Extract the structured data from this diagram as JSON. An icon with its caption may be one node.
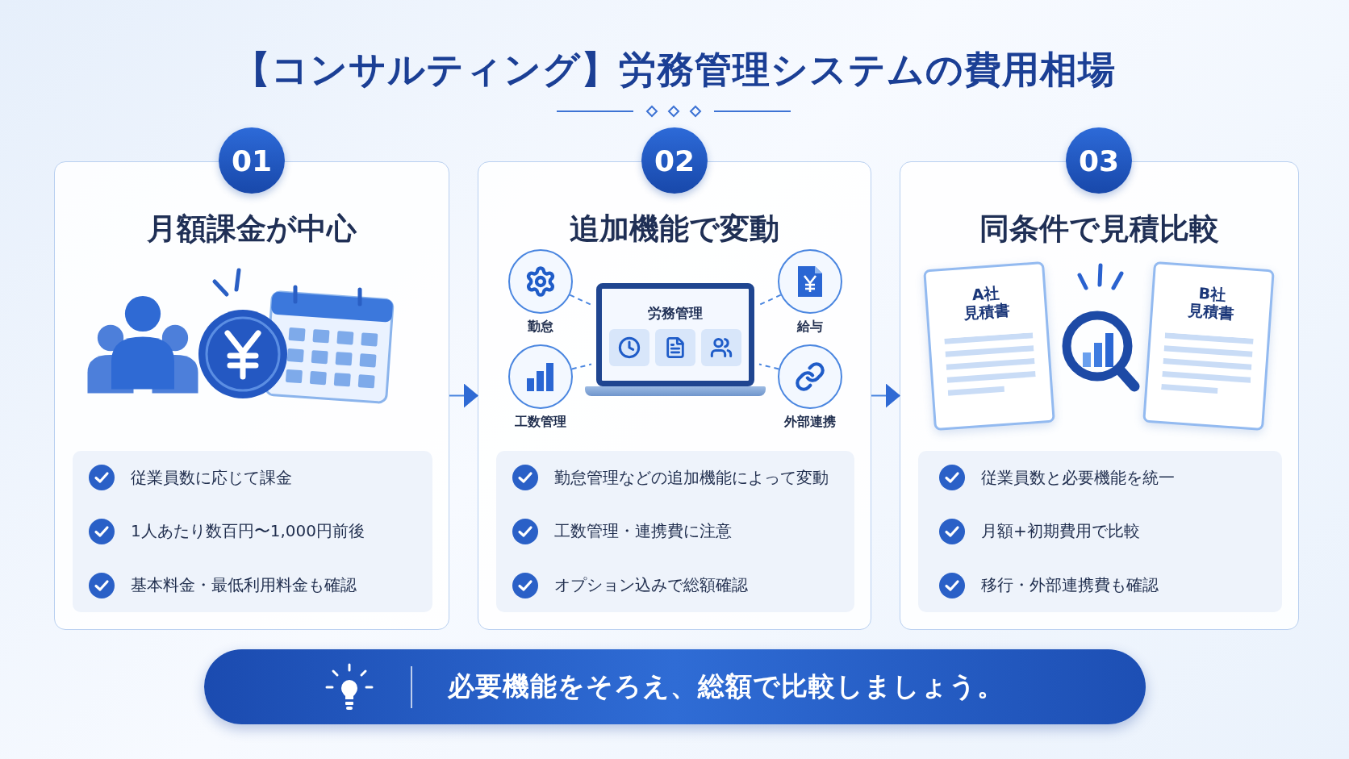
{
  "diagram": {
    "title": "【コンサルティング】労務管理システムの費用相場",
    "nodes": [
      {
        "text": [
          "月額課金が中心"
        ]
      },
      {
        "text": [
          "01"
        ]
      },
      {
        "text": [
          "従業員数に応じて課金",
          "1人あたり数百円〜1,000円前後",
          "基本料金・最低利用料金も確認"
        ],
        "in": 0
      },
      {
        "text": [
          "追加機能で変動"
        ]
      },
      {
        "text": [
          "02"
        ]
      },
      {
        "text": [
          "労務管理"
        ],
        "in": 3
      },
      {
        "text": [
          "勤怠"
        ],
        "in": 3
      },
      {
        "text": [
          "給与"
        ],
        "in": 3
      },
      {
        "text": [
          "工数管理"
        ],
        "in": 3
      },
      {
        "text": [
          "外部連携"
        ],
        "in": 3
      },
      {
        "text": [
          "勤怠管理などの追加機能によって変動",
          "工数管理・連携費に注意",
          "オプション込みで総額確認"
        ],
        "in": 3
      },
      {
        "text": [
          "同条件で見積比較"
        ]
      },
      {
        "text": [
          "03"
        ]
      },
      {
        "text": [
          "A社",
          "見積書"
        ],
        "in": 11
      },
      {
        "text": [
          "B社",
          "見積書"
        ],
        "in": 11
      },
      {
        "text": [
          "従業員数と必要機能を統一",
          "月額+初期費用で比較",
          "移行・外部連携費も確認"
        ],
        "in": 11
      },
      {
        "text": [
          "必要機能をそろえ、総額で比較しましょう。"
        ]
      }
    ],
    "edges": [
      {
        "from": 0,
        "to": 3,
        "arrow": "to"
      },
      {
        "from": 3,
        "to": 11,
        "arrow": "to"
      },
      {
        "from": 6,
        "to": 5,
        "arrow": "none",
        "style": "dashed"
      },
      {
        "from": 7,
        "to": 5,
        "arrow": "none",
        "style": "dashed"
      },
      {
        "from": 8,
        "to": 5,
        "arrow": "none",
        "style": "dashed"
      },
      {
        "from": 9,
        "to": 5,
        "arrow": "none",
        "style": "dashed"
      }
    ]
  }
}
